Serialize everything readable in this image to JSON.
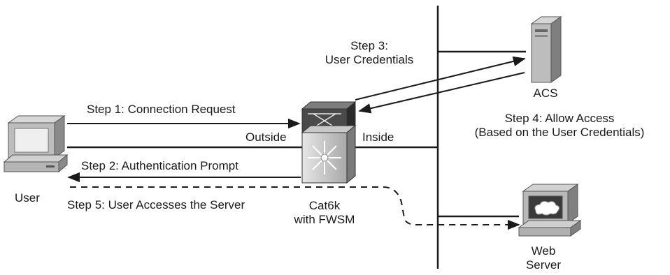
{
  "labels": {
    "step3_line1": "Step 3:",
    "step3_line2": "User Credentials",
    "acs": "ACS",
    "step4_line1": "Step 4: Allow Access",
    "step4_line2": "(Based on the User Credentials)",
    "step1": "Step 1: Connection Request",
    "outside": "Outside",
    "inside": "Inside",
    "step2": "Step 2: Authentication Prompt",
    "user": "User",
    "step5": "Step 5: User Accesses the Server",
    "cat6k_line1": "Cat6k",
    "cat6k_line2": "with FWSM",
    "web_line1": "Web",
    "web_line2": "Server"
  },
  "icons": {
    "user_pc": "workstation-icon",
    "firewall": "cat6k-switch-fwsm-icon",
    "acs": "server-tower-icon",
    "web_server": "web-server-icon"
  },
  "colors": {
    "line": "#1a1a1a",
    "device_light": "#cfcfcf",
    "device_mid": "#9a9a9a",
    "device_dark": "#2b2b2b"
  }
}
